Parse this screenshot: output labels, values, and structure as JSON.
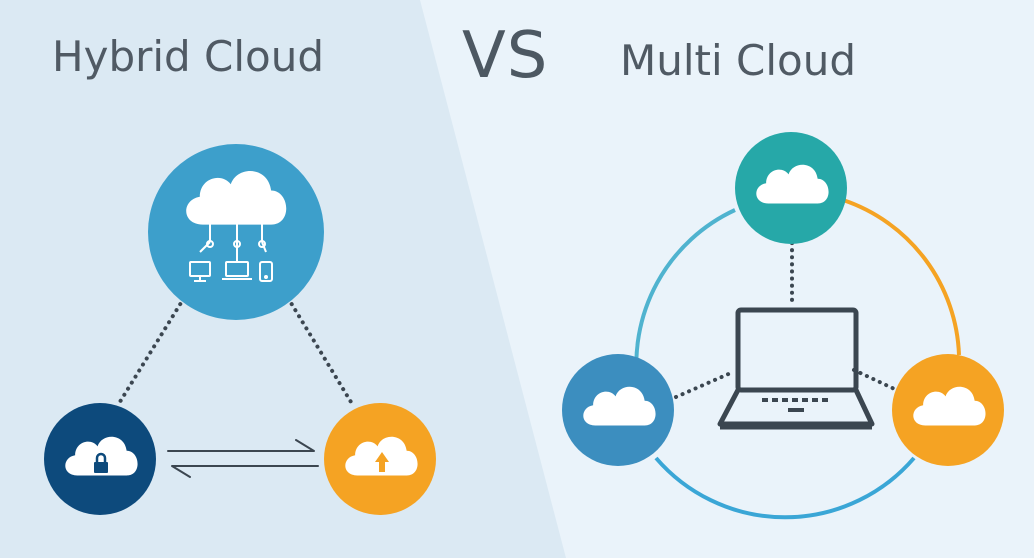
{
  "left_panel": {
    "title": "Hybrid Cloud",
    "background": "#dbe9f3",
    "nodes": [
      {
        "name": "central-cloud",
        "color": "#3d9fcb",
        "icon": "cloud-with-devices-icon"
      },
      {
        "name": "private-cloud",
        "color": "#0d4a7c",
        "icon": "cloud-lock-icon"
      },
      {
        "name": "public-cloud",
        "color": "#f5a323",
        "icon": "cloud-upload-icon"
      }
    ]
  },
  "vs_label": "VS",
  "right_panel": {
    "title": "Multi Cloud",
    "background": "#eaf3fa",
    "nodes": [
      {
        "name": "top-cloud",
        "color": "#26a8a8",
        "icon": "cloud-icon"
      },
      {
        "name": "left-cloud",
        "color": "#3c8ebf",
        "icon": "cloud-icon"
      },
      {
        "name": "right-cloud",
        "color": "#f5a323",
        "icon": "cloud-icon"
      }
    ],
    "ring_colors": [
      "#4fb3cf",
      "#f5a323",
      "#3aa6d6"
    ],
    "center_icon": "laptop-icon"
  },
  "colors": {
    "title_text": "#505a64",
    "connector": "#3b4650"
  }
}
